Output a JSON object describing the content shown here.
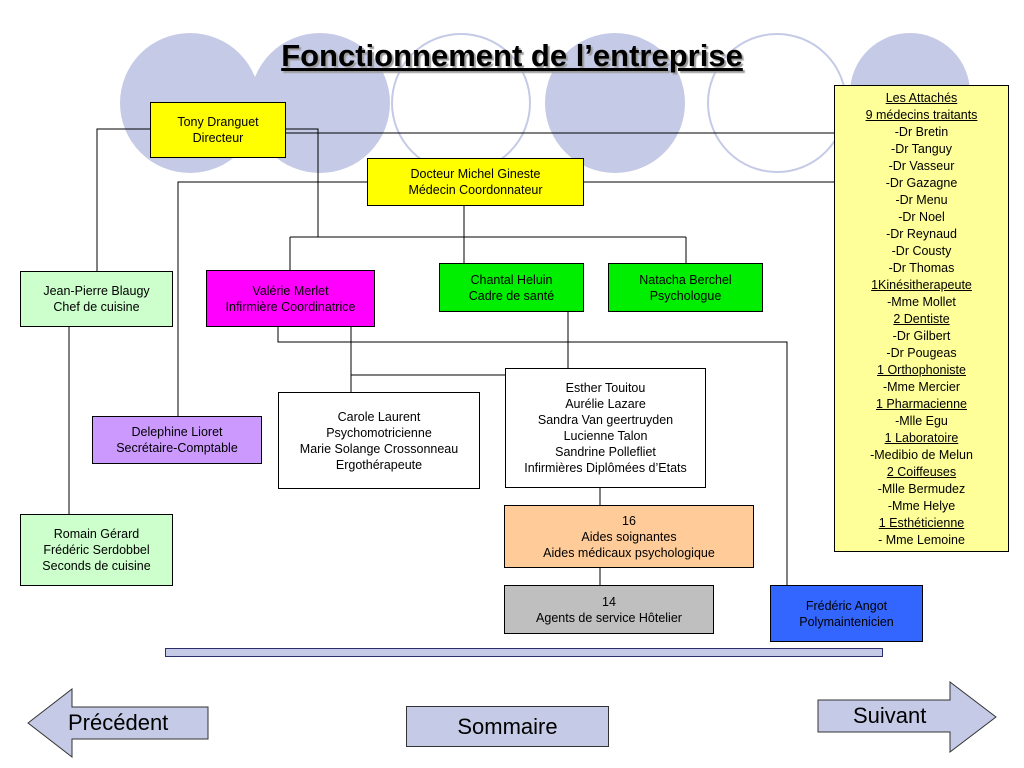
{
  "title": "Fonctionnement de l’entreprise",
  "boxes": {
    "directeur": [
      "Tony Dranguet",
      "Directeur"
    ],
    "medecin": [
      "Docteur Michel Gineste",
      "Médecin Coordonnateur"
    ],
    "chef": [
      "Jean-Pierre Blaugy",
      "Chef de cuisine"
    ],
    "infirmiere_coord": [
      "Valérie Merlet",
      "Infirmière Coordinatrice"
    ],
    "cadre": [
      "Chantal Heluin",
      "Cadre de santé"
    ],
    "psychologue": [
      "Natacha Berchel",
      "Psychologue"
    ],
    "secretaire": [
      "Delephine Lioret",
      "Secrétaire-Comptable"
    ],
    "psychomot": [
      "Carole Laurent",
      "Psychomotricienne",
      "Marie Solange Crossonneau",
      "Ergothérapeute"
    ],
    "infirmieres": [
      "Esther Touitou",
      "Aurélie Lazare",
      "Sandra Van geertruyden",
      "Lucienne Talon",
      "Sandrine Pollefliet",
      "Infirmières Diplômées d’Etats"
    ],
    "seconds": [
      "Romain Gérard",
      "Frédéric Serdobbel",
      "Seconds de cuisine"
    ],
    "aides": [
      "16",
      "Aides soignantes",
      "Aides médicaux psychologique"
    ],
    "agents": [
      "14",
      "Agents de service Hôtelier"
    ],
    "maintenance": [
      "Frédéric Angot",
      "Polymaintenicien"
    ]
  },
  "attaches": [
    {
      "text": "Les Attachés",
      "u": true
    },
    {
      "text": "9 médecins traitants ",
      "u": true
    },
    {
      "text": "-Dr Bretin",
      "u": false
    },
    {
      "text": "-Dr Tanguy",
      "u": false
    },
    {
      "text": "-Dr Vasseur",
      "u": false
    },
    {
      "text": "-Dr Gazagne",
      "u": false
    },
    {
      "text": "-Dr Menu",
      "u": false
    },
    {
      "text": "-Dr Noel",
      "u": false
    },
    {
      "text": "-Dr Reynaud",
      "u": false
    },
    {
      "text": "-Dr Cousty",
      "u": false
    },
    {
      "text": "-Dr Thomas",
      "u": false
    },
    {
      "text": "1Kinésitherapeute",
      "u": true
    },
    {
      "text": "-Mme Mollet",
      "u": false
    },
    {
      "text": "2 Dentiste",
      "u": true
    },
    {
      "text": "-Dr Gilbert",
      "u": false
    },
    {
      "text": "-Dr Pougeas",
      "u": false
    },
    {
      "text": "1 Orthophoniste",
      "u": true
    },
    {
      "text": "-Mme Mercier",
      "u": false
    },
    {
      "text": "1 Pharmacienne",
      "u": true
    },
    {
      "text": "-Mlle Egu",
      "u": false
    },
    {
      "text": "1 Laboratoire ",
      "u": true
    },
    {
      "text": "-Medibio de Melun",
      "u": false
    },
    {
      "text": "2 Coiffeuses",
      "u": true
    },
    {
      "text": "-Mlle Bermudez",
      "u": false
    },
    {
      "text": "-Mme Helye",
      "u": false
    },
    {
      "text": "1 Esthéticienne",
      "u": true
    },
    {
      "text": "- Mme Lemoine",
      "u": false
    }
  ],
  "nav": {
    "previous": "Précédent",
    "summary": "Sommaire",
    "next": "Suivant"
  },
  "colors": {
    "yellow": "#ffff00",
    "light_green": "#ccffcc",
    "magenta": "#ff00ff",
    "green": "#00ee00",
    "lavender": "#cc99ff",
    "peach": "#ffcc99",
    "grey": "#bfbfbf",
    "blue": "#3366ff",
    "attaches_bg": "#ffff99",
    "nav_bg": "#c5cae6"
  }
}
